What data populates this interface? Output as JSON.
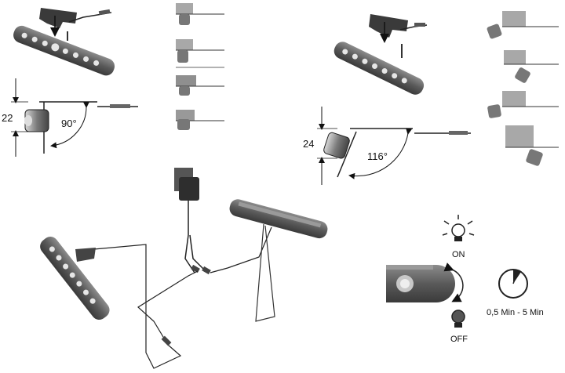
{
  "left_mount": {
    "height_label": "22",
    "angle_label": "90°"
  },
  "right_mount": {
    "height_label": "24",
    "angle_label": "116°"
  },
  "sensor": {
    "on_label": "ON",
    "off_label": "OFF",
    "timer_label": "0,5 Min - 5 Min"
  },
  "colors": {
    "bar": "#555555",
    "bar_light": "#8a8a8a",
    "line": "#222222",
    "panel": "#a8a8a8"
  }
}
